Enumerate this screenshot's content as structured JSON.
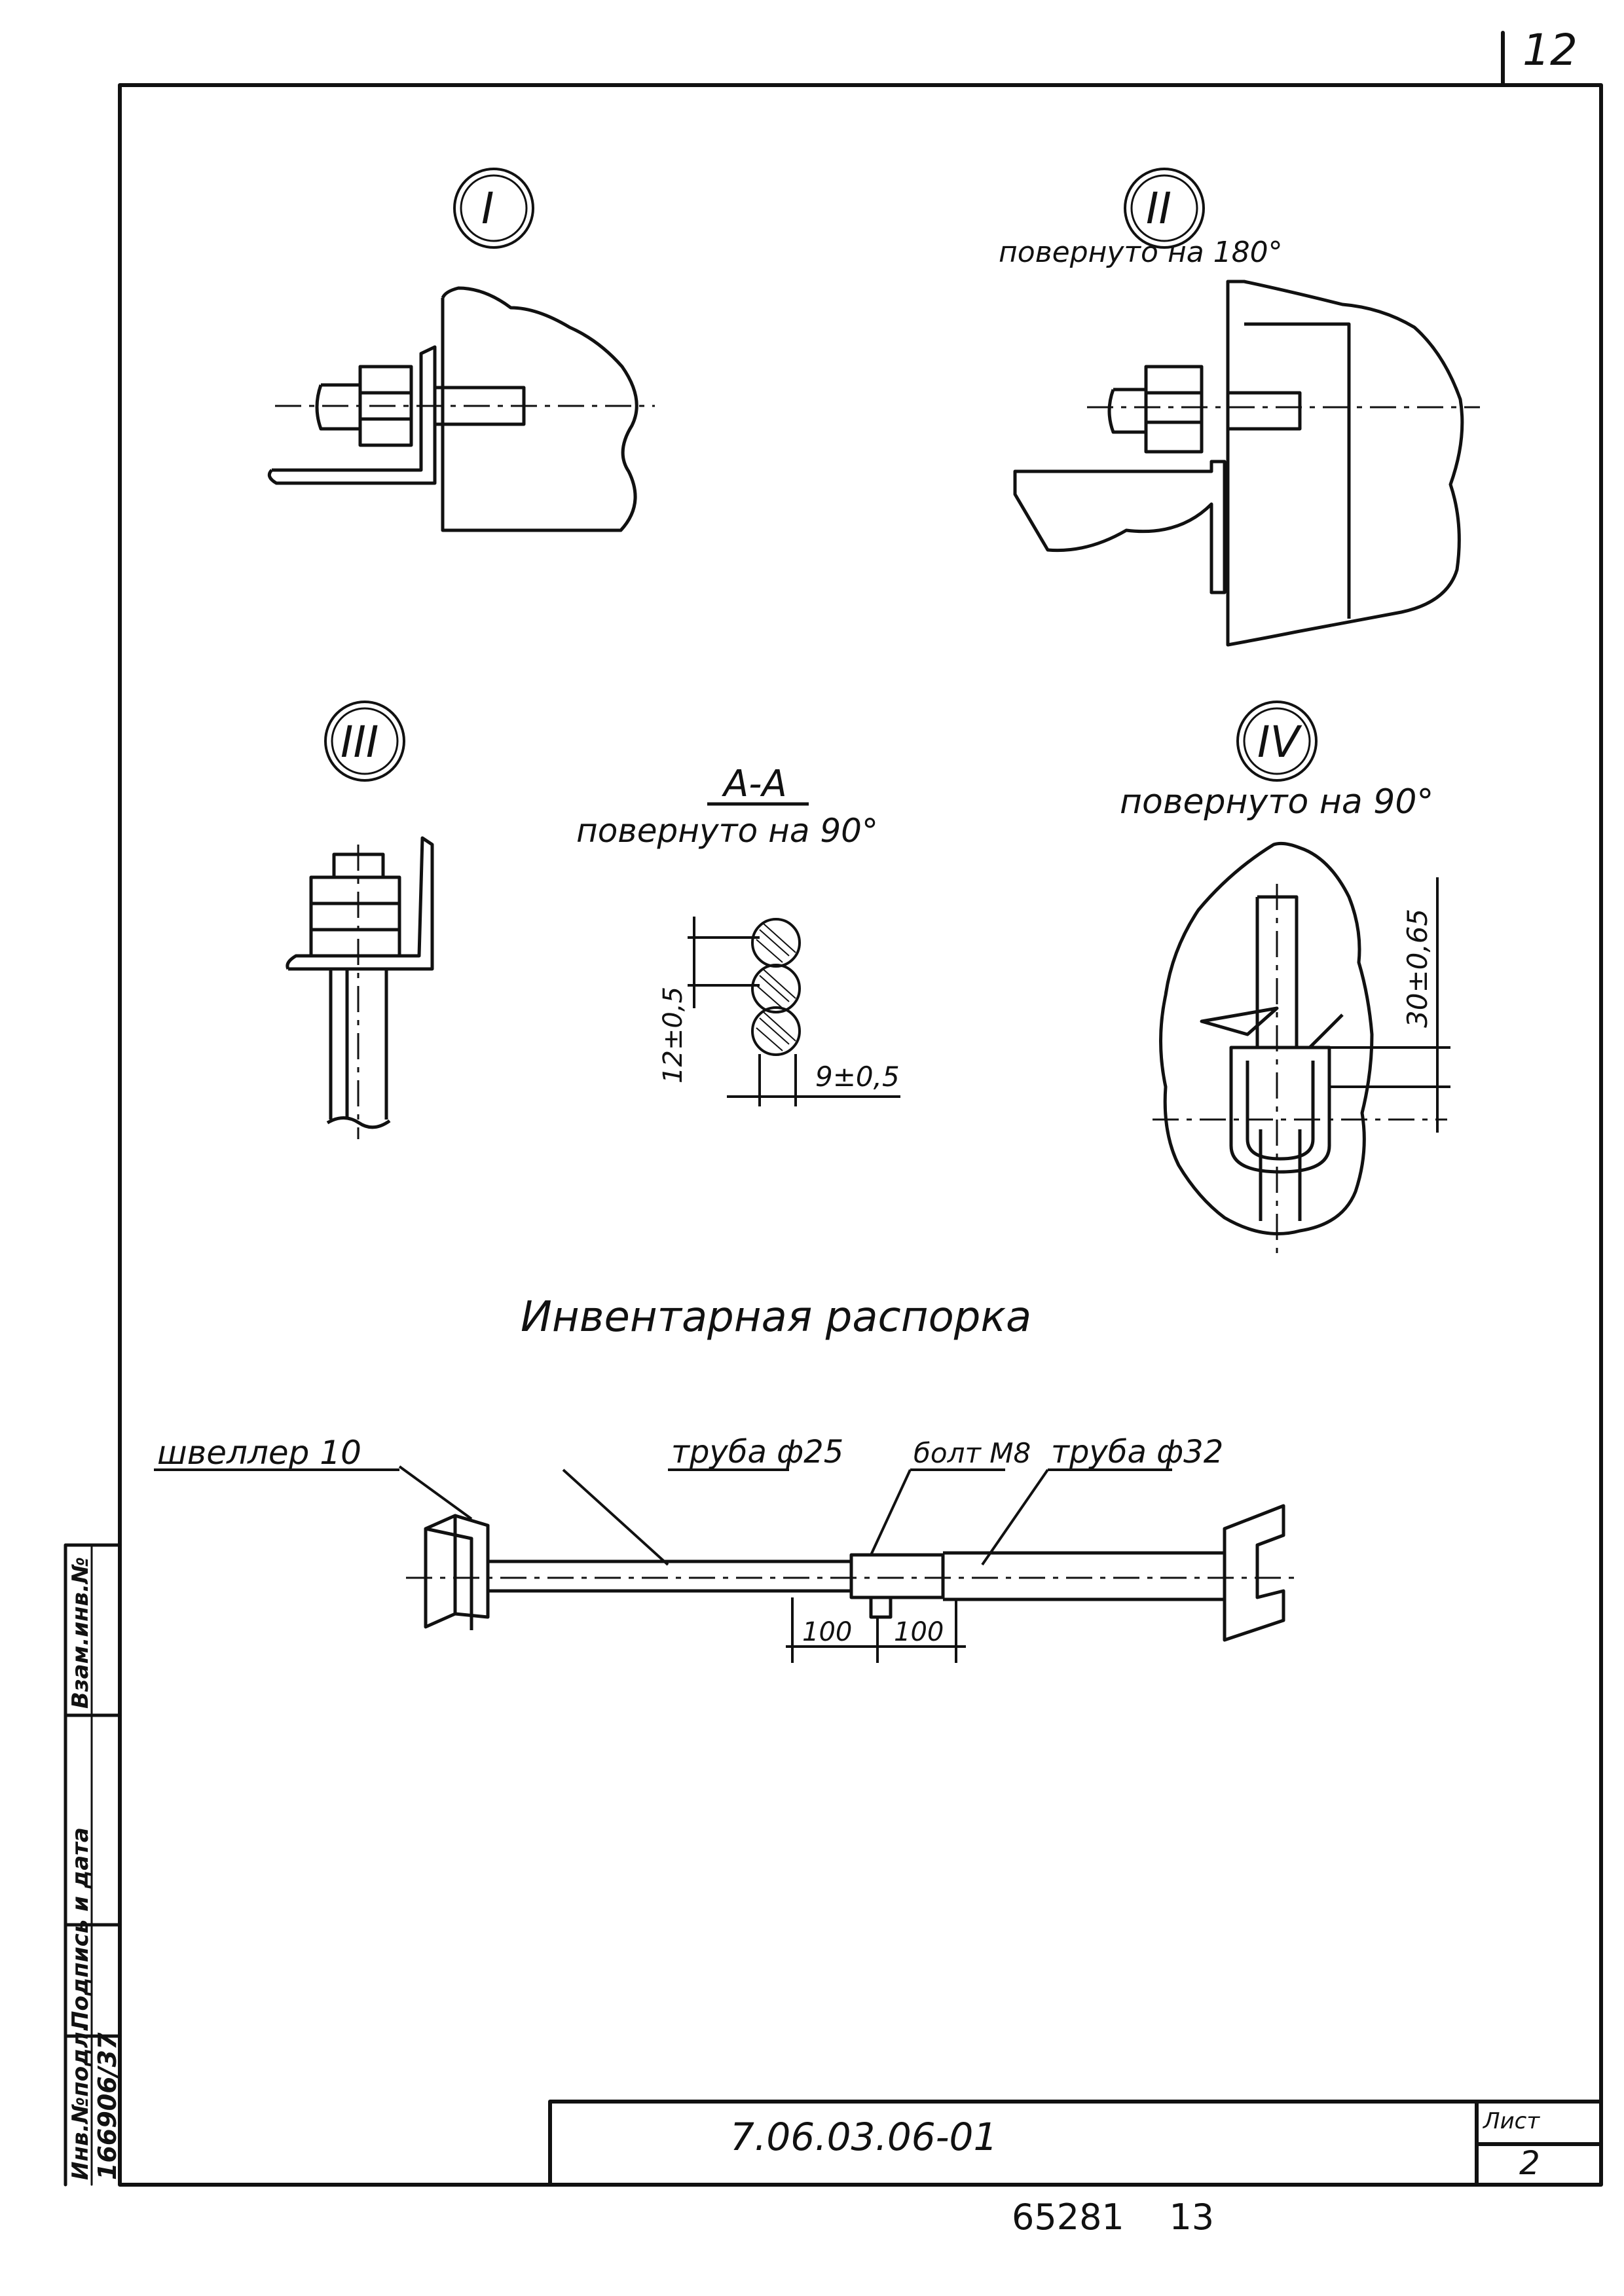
{
  "page": {
    "corner_number": "12",
    "bottom_numbers": "65281    13"
  },
  "details": {
    "I": {
      "mark": "I"
    },
    "II": {
      "mark": "II",
      "note": "повернуто на 180°"
    },
    "III": {
      "mark": "III"
    },
    "AA": {
      "title": "А-А",
      "note": "повернуто на 90°",
      "dim_pitch": "12±0,5",
      "dim_offset": "9±0,5"
    },
    "IV": {
      "mark": "IV",
      "note": "повернуто на 90°",
      "dim_slot": "30±0,65"
    }
  },
  "strut": {
    "title": "Инвентарная распорка",
    "labels": {
      "channel": "швеллер 10",
      "pipe_small": "труба ф25",
      "bolt": "болт М8",
      "pipe_large": "труба ф32"
    },
    "dims": [
      "100",
      "100"
    ]
  },
  "side_stamp": {
    "inv_label": "Инв.№подл.",
    "sign_label": "Подпись и дата",
    "repl_label": "Взам.инв.№",
    "inv_value": "166906/37"
  },
  "title_block": {
    "code": "7.06.03.06-01",
    "sheet_label": "Лист",
    "sheet_number": "2"
  }
}
